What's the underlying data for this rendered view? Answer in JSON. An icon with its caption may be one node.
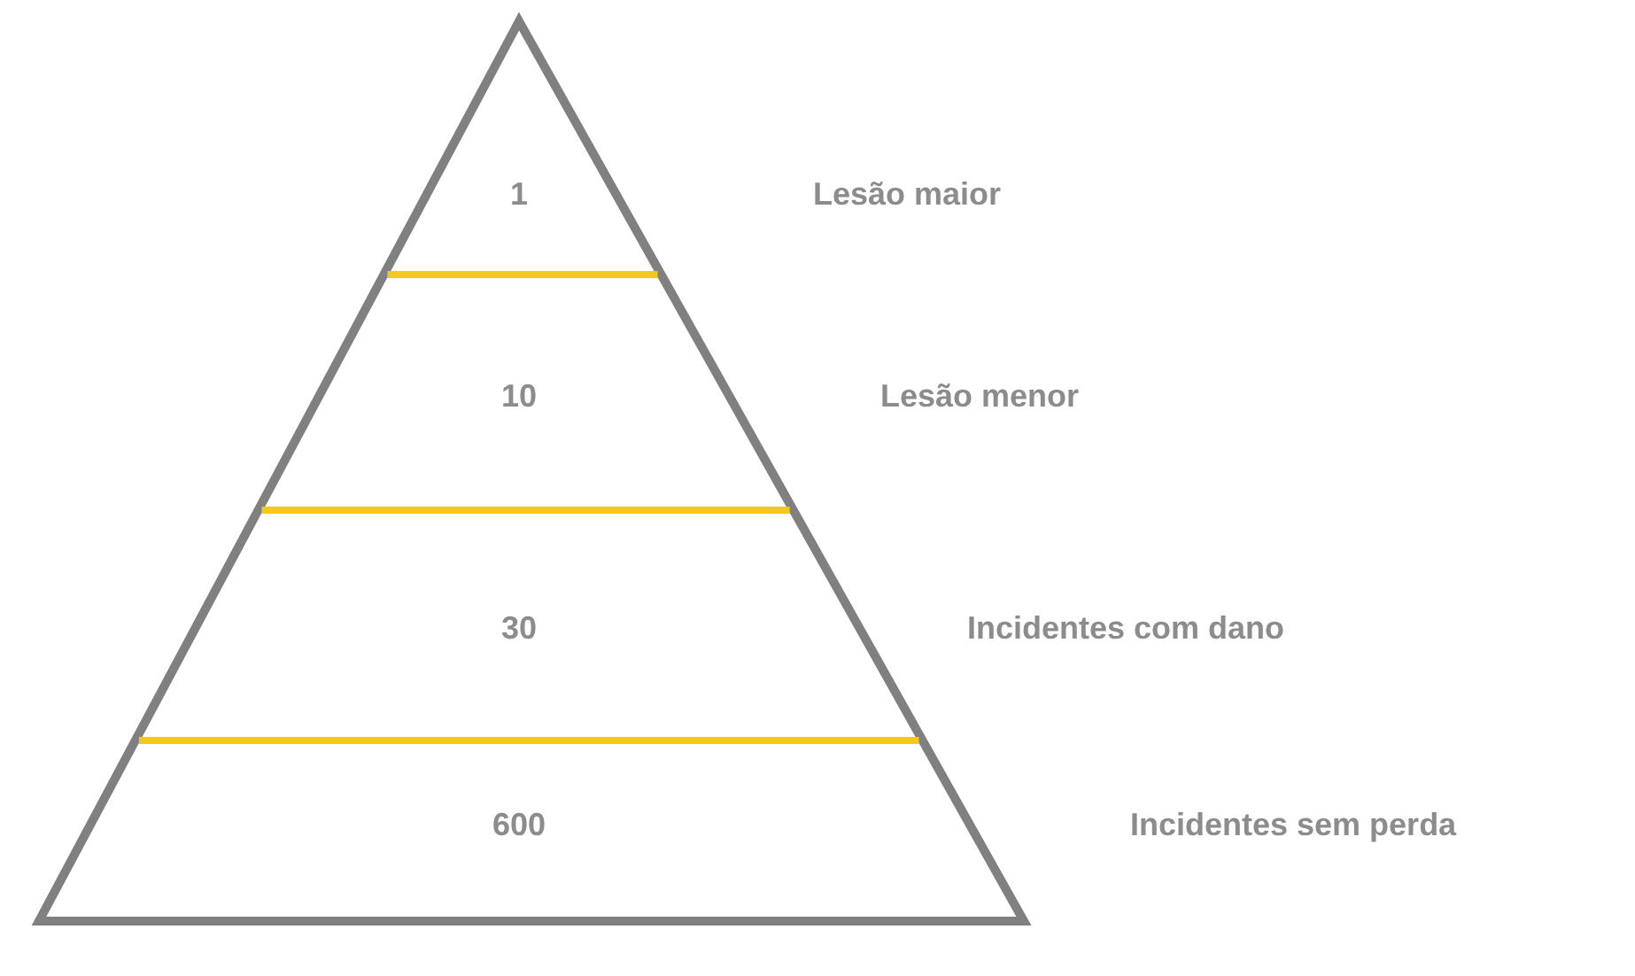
{
  "diagram": {
    "nodes": [
      {
        "text": [
          "1"
        ]
      },
      {
        "text": [
          "10"
        ]
      },
      {
        "text": [
          "30"
        ]
      },
      {
        "text": [
          "600"
        ]
      }
    ],
    "labels": [
      "Lesão maior",
      "Lesão menor",
      "Incidentes com dano",
      "Incidentes sem perda"
    ]
  }
}
